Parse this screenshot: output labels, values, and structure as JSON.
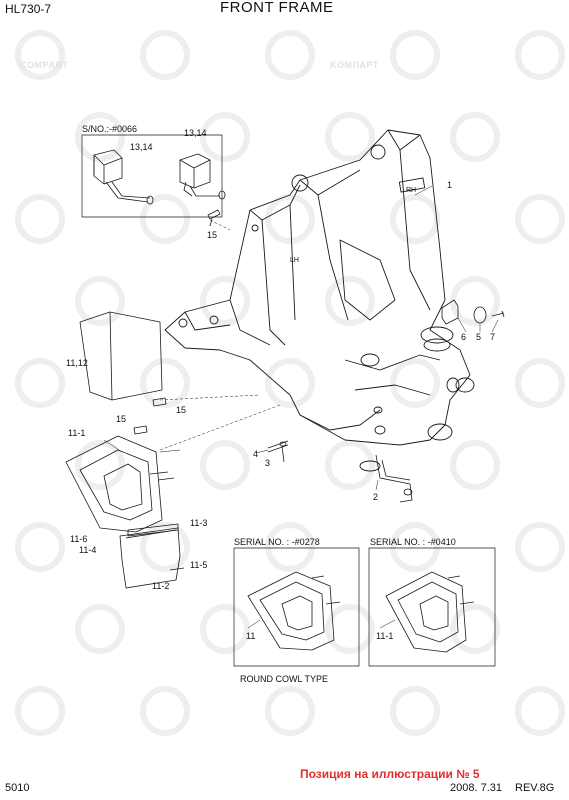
{
  "header": {
    "model": "HL730-7",
    "title": "FRONT FRAME"
  },
  "footer": {
    "page": "5010",
    "note": "Позиция на иллюстрации № 5",
    "date": "2008. 7.31",
    "rev": "REV.8G"
  },
  "watermark": {
    "text_a": "COMPART",
    "text_b": "KOMПАРТ"
  },
  "labels": {
    "sno_0066": "S/NO.:-#0066",
    "l_13_14_a": "13,14",
    "l_13_14_b": "13,14",
    "l_15_a": "15",
    "l_15_b": "15",
    "l_15_c": "15",
    "l_1": "1",
    "l_rh": "RH",
    "l_lh": "LH",
    "l_6": "6",
    "l_5": "5",
    "l_7": "7",
    "l_11_12": "11,12",
    "l_11_1a": "11-1",
    "l_4": "4",
    "l_3": "3",
    "l_2": "2",
    "l_11_6": "11-6",
    "l_11_4": "11-4",
    "l_11_3": "11-3",
    "l_11_5": "11-5",
    "l_11_2": "11-2",
    "serial_0278": "SERIAL NO. : -#0278",
    "serial_0410": "SERIAL NO. : -#0410",
    "l_11": "11",
    "l_11_1b": "11-1",
    "round_cowl": "ROUND COWL TYPE"
  },
  "colors": {
    "line": "#1a1a1a",
    "watermark": "#e2e2e2",
    "note": "#e0302a"
  }
}
